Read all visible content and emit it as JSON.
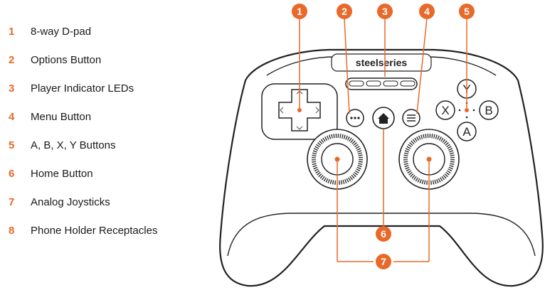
{
  "legend": [
    {
      "num": "1",
      "label": "8-way D-pad"
    },
    {
      "num": "2",
      "label": "Options Button"
    },
    {
      "num": "3",
      "label": "Player Indicator LEDs"
    },
    {
      "num": "4",
      "label": "Menu Button"
    },
    {
      "num": "5",
      "label": "A, B, X, Y Buttons"
    },
    {
      "num": "6",
      "label": "Home Button"
    },
    {
      "num": "7",
      "label": "Analog Joysticks"
    },
    {
      "num": "8",
      "label": "Phone Holder Receptacles"
    }
  ],
  "controller": {
    "brand": "steelseries",
    "face_buttons": {
      "y": "Y",
      "x": "X",
      "b": "B",
      "a": "A"
    }
  },
  "callouts": {
    "c1": "1",
    "c2": "2",
    "c3": "3",
    "c4": "4",
    "c5": "5",
    "c6": "6",
    "c7": "7"
  },
  "colors": {
    "accent": "#e8692a",
    "outline": "#222222",
    "background": "#ffffff"
  }
}
